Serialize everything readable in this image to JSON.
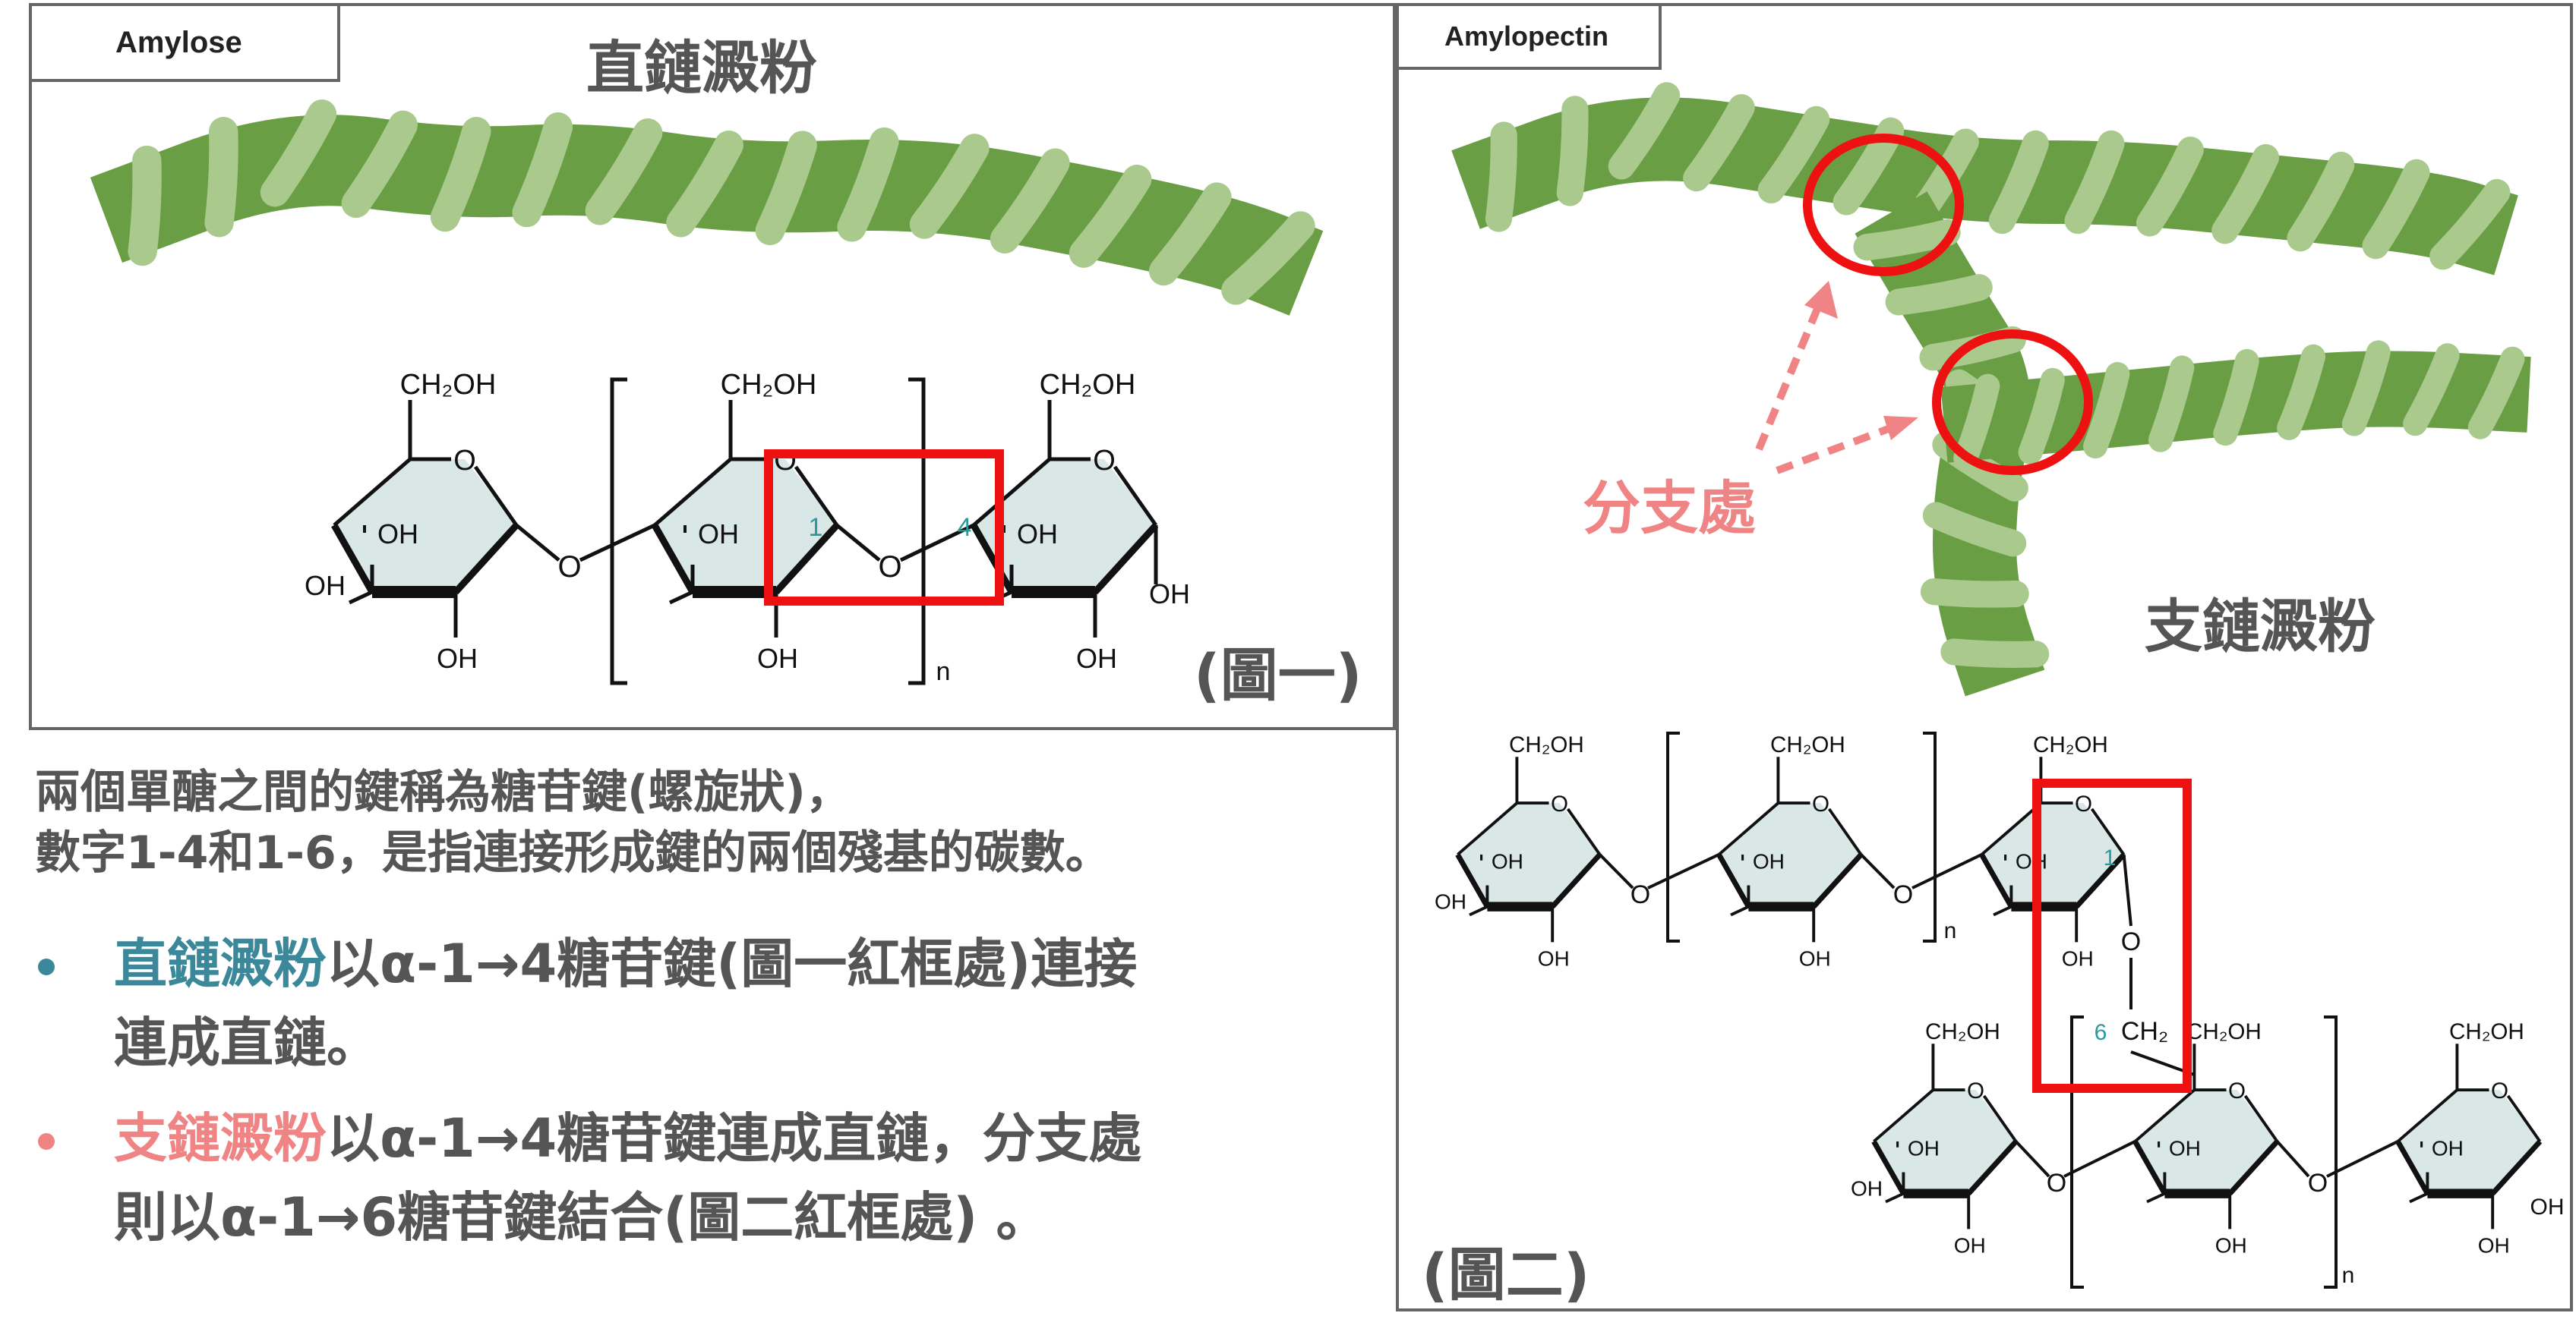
{
  "panel_left": {
    "tag": "Amylose",
    "title": "直鏈澱粉",
    "figure_label": "(圖一)",
    "structure": {
      "ch2oh": "CH₂OH",
      "ring_o": "O",
      "oh": "OH",
      "bridge_o": "O",
      "num_1": "1",
      "num_4": "4",
      "n": "n"
    }
  },
  "panel_right": {
    "tag": "Amylopectin",
    "title": "支鏈澱粉",
    "branch_label": "分支處",
    "figure_label": "(圖二)",
    "structure": {
      "ch2oh": "CH₂OH",
      "ring_o": "O",
      "oh": "OH",
      "bridge_o": "O",
      "num_1": "1",
      "num_6": "6",
      "ch2": "CH₂",
      "n": "n"
    }
  },
  "description": {
    "line1": "兩個單醣之間的鍵稱為糖苷鍵(螺旋狀)，",
    "line2": "數字1-4和1-6，是指連接形成鍵的兩個殘基的碳數。"
  },
  "bullets": [
    {
      "highlight": "直鏈澱粉",
      "text_line1": "以α-1→4糖苷鍵(圖一紅框處)連接",
      "text_line2": "連成直鏈。"
    },
    {
      "highlight": "支鏈澱粉",
      "text_line1": "以α-1→4糖苷鍵連成直鏈，分支處",
      "text_line2": "則以α-1→6糖苷鍵結合(圖二紅框處) 。"
    }
  ],
  "colors": {
    "helix_dark": "#6a9e45",
    "helix_light": "#a9c98d",
    "ring_fill": "#d9e8e6",
    "red": "#ee1111",
    "pink": "#f08484",
    "teal": "#3a8899",
    "number_teal": "#2a9a9a"
  }
}
